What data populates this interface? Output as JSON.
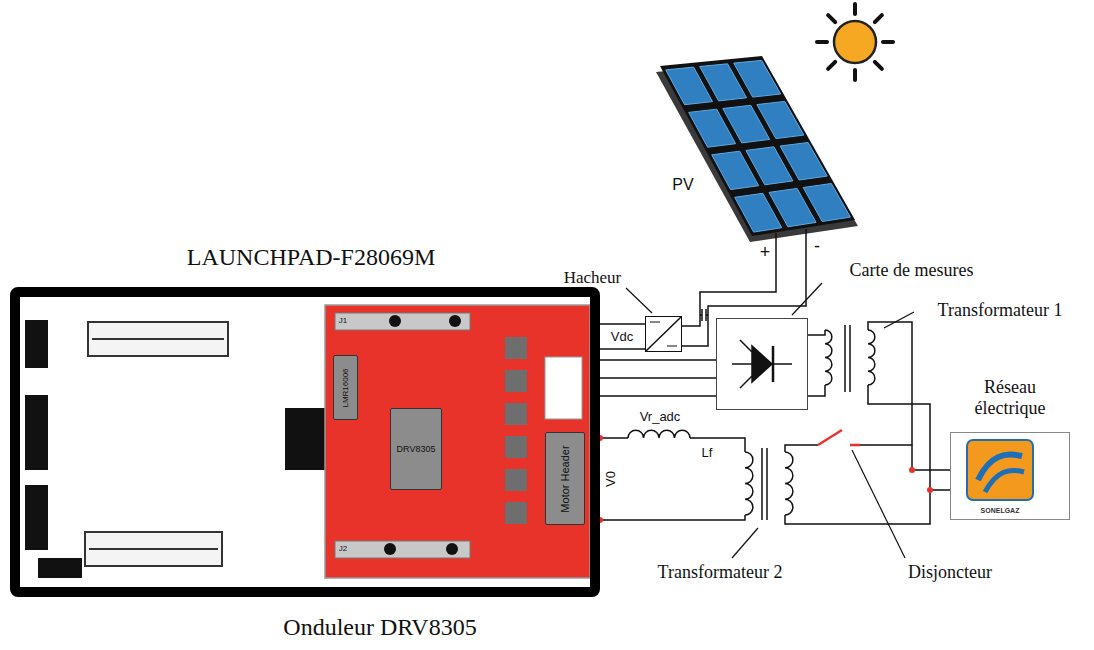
{
  "diagram": {
    "nodes": [
      {
        "text": [
          "LAUNCHPAD-F28069M"
        ]
      },
      {
        "text": [
          "LMR16006"
        ],
        "in": 0
      },
      {
        "text": [
          "DRV8305"
        ],
        "in": 0
      },
      {
        "text": [
          "Motor Header"
        ],
        "in": 0
      },
      {
        "text": [
          "Hacheur"
        ]
      },
      {
        "text": [
          "Carte de mesures"
        ]
      },
      {
        "text": [
          "Réseau électrique",
          "SONELGAZ"
        ]
      }
    ],
    "edges": [
      {
        "from": 4,
        "to": 0,
        "arrow": "none"
      },
      {
        "from": 5,
        "to": 0,
        "arrow": "none"
      }
    ],
    "labels": [
      "Onduleur DRV8305",
      "J1",
      "J2",
      "PV",
      "+",
      "-",
      "Vdc",
      "Vr_adc",
      "Lf",
      "V0",
      "Transformateur 1",
      "Transformateur 2",
      "Disjoncteur"
    ]
  }
}
